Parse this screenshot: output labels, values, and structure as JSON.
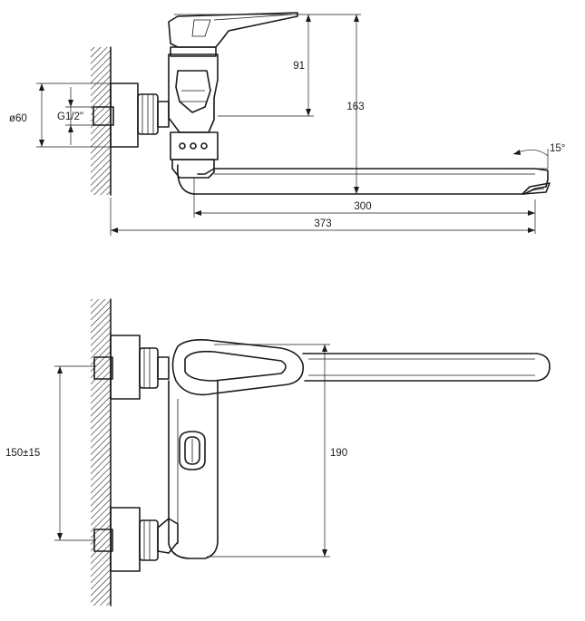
{
  "top_view": {
    "dimensions": {
      "handle_height": "91",
      "total_height": "163",
      "spout_reach": "300",
      "total_reach": "373",
      "diameter": "ø60",
      "thread": "G1/2\"",
      "spout_angle": "15°"
    }
  },
  "bottom_view": {
    "dimensions": {
      "center_distance": "150±15",
      "body_length": "190"
    }
  }
}
